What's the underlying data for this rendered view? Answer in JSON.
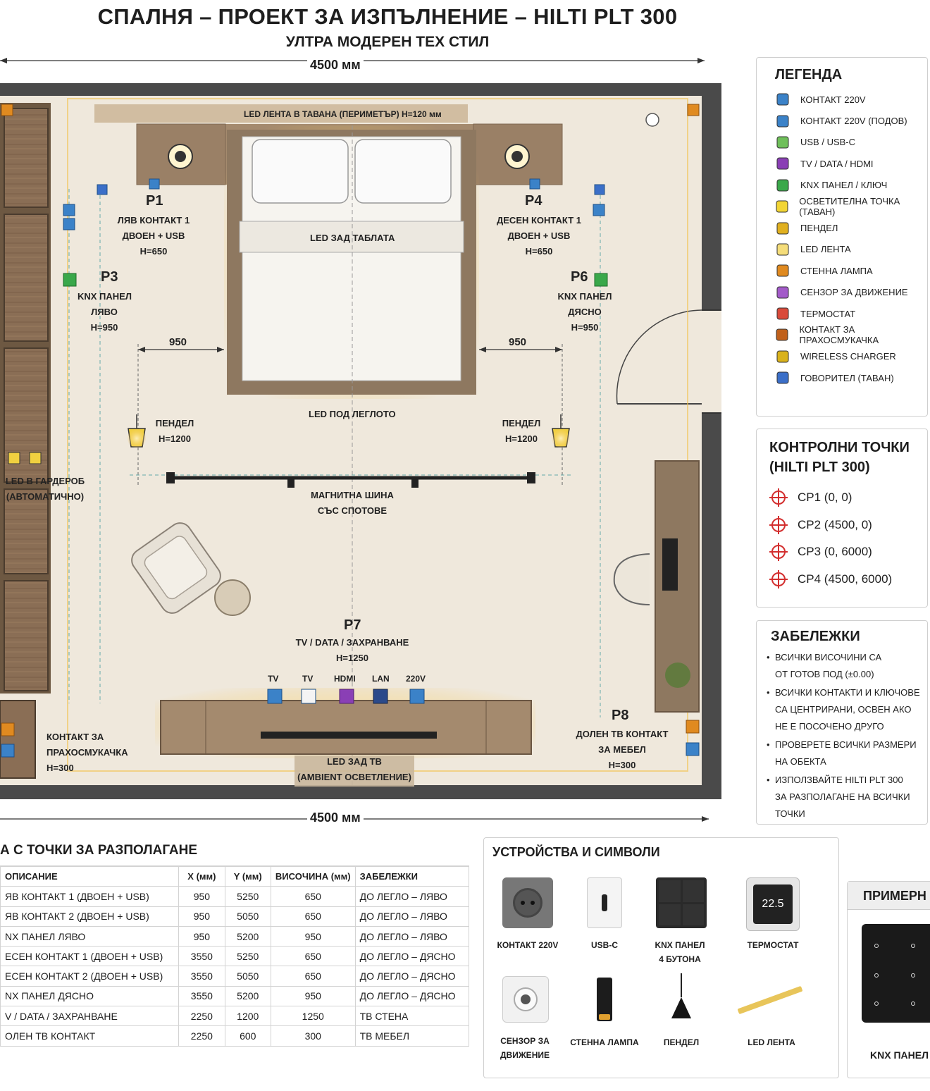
{
  "header": {
    "title": "СПАЛНЯ – ПРОЕКТ ЗА ИЗПЪЛНЕНИЕ – HILTI PLT 300",
    "subtitle": "УЛТРА МОДЕРЕН ТЕХ СТИЛ"
  },
  "dimensions": {
    "top": "4500 мм",
    "bottom": "4500 мм"
  },
  "plan": {
    "led_ceiling": "LED ЛЕНТА В ТАВАНА (ПЕРИМЕТЪР) H=120 мм",
    "led_headboard": "LED ЗАД ТАБЛАТА",
    "led_under_bed": "LED ПОД ЛЕГЛОТО",
    "p1": {
      "num": "P1",
      "l1": "ЛЯВ КОНТАКТ 1",
      "l2": "ДВОЕН + USB",
      "l3": "H=650"
    },
    "p4": {
      "num": "P4",
      "l1": "ДЕСЕН КОНТАКТ 1",
      "l2": "ДВОЕН + USB",
      "l3": "H=650"
    },
    "p3": {
      "num": "P3",
      "l1": "KNX ПАНЕЛ",
      "l2": "ЛЯВО",
      "l3": "H=950"
    },
    "p6": {
      "num": "P6",
      "l1": "KNX ПАНЕЛ",
      "l2": "ДЯСНО",
      "l3": "H=950"
    },
    "dim_left": "950",
    "dim_right": "950",
    "pendant_left": {
      "l1": "ПЕНДЕЛ",
      "l2": "H=1200"
    },
    "pendant_right": {
      "l1": "ПЕНДЕЛ",
      "l2": "H=1200"
    },
    "track": {
      "l1": "МАГНИТНА ШИНА",
      "l2": "СЪС СПОТОВЕ"
    },
    "wardrobe_led": {
      "l1": "LED В ГАРДЕРОБ",
      "l2": "(АВТОМАТИЧНО)"
    },
    "p7": {
      "num": "P7",
      "l1": "TV / DATA / ЗАХРАНВАНЕ",
      "l2": "H=1250"
    },
    "tv_sockets": [
      "TV",
      "TV",
      "HDMI",
      "LAN",
      "220V"
    ],
    "vacuum": {
      "l1": "КОНТАКТ ЗА",
      "l2": "ПРАХОСМУКАЧКА",
      "l3": "H=300"
    },
    "p8": {
      "num": "P8",
      "l1": "ДОЛЕН ТВ КОНТАКТ",
      "l2": "ЗА МЕБЕЛ",
      "l3": "H=300"
    },
    "led_tv": {
      "l1": "LED ЗАД ТВ",
      "l2": "(AMBIENT ОСВЕТЛЕНИЕ)"
    }
  },
  "legend": {
    "title": "ЛЕГЕНДА",
    "items": [
      {
        "label": "КОНТАКТ 220V",
        "color": "#3b82c8"
      },
      {
        "label": "КОНТАКТ 220V (ПОДОВ)",
        "color": "#3b82c8"
      },
      {
        "label": "USB / USB-C",
        "color": "#6fbf5a"
      },
      {
        "label": "TV / DATA / HDMI",
        "color": "#8a3fb5"
      },
      {
        "label": "KNX ПАНЕЛ / КЛЮЧ",
        "color": "#3aa84a"
      },
      {
        "label": "ОСВЕТИТЕЛНА ТОЧКА (ТАВАН)",
        "color": "#f2d535"
      },
      {
        "label": "ПЕНДЕЛ",
        "color": "#e0b020"
      },
      {
        "label": "LED ЛЕНТА",
        "color": "#f5dd7a"
      },
      {
        "label": "СТЕННА ЛАМПА",
        "color": "#e08a20"
      },
      {
        "label": "СЕНЗОР ЗА ДВИЖЕНИЕ",
        "color": "#a35bc9"
      },
      {
        "label": "ТЕРМОСТАТ",
        "color": "#d94a3a"
      },
      {
        "label": "КОНТАКТ ЗА ПРАХОСМУКАЧКА",
        "color": "#c0601a"
      },
      {
        "label": "WIRELESS CHARGER",
        "color": "#d9b21c"
      },
      {
        "label": "ГОВОРИТЕЛ (ТАВАН)",
        "color": "#3b6fc8"
      }
    ]
  },
  "control_points": {
    "title_l1": "КОНТРОЛНИ ТОЧКИ",
    "title_l2": "(HILTI PLT 300)",
    "items": [
      "CP1 (0, 0)",
      "CP2 (4500, 0)",
      "CP3 (0, 6000)",
      "CP4 (4500, 6000)"
    ],
    "color": "#d32f2f"
  },
  "notes": {
    "title": "ЗАБЕЛЕЖКИ",
    "items": [
      {
        "l1": "ВСИЧКИ ВИСОЧИНИ СА",
        "l2": "ОТ ГОТОВ ПОД (±0.00)"
      },
      {
        "l1": "ВСИЧКИ КОНТАКТИ И КЛЮЧОВЕ",
        "l2": "СА ЦЕНТРИРАНИ, ОСВЕН АКО",
        "l3": "НЕ Е ПОСОЧЕНО ДРУГО"
      },
      {
        "l1": "ПРОВЕРЕТЕ ВСИЧКИ РАЗМЕРИ",
        "l2": "НА ОБЕКТА"
      },
      {
        "l1": "ИЗПОЛЗВАЙТЕ HILTI PLT 300",
        "l2": "ЗА РАЗПОЛАГАНЕ НА ВСИЧКИ",
        "l3": "ТОЧКИ"
      }
    ]
  },
  "table": {
    "title": "А С ТОЧКИ ЗА РАЗПОЛАГАНЕ",
    "headers": [
      "ОПИСАНИЕ",
      "X (мм)",
      "Y (мм)",
      "ВИСОЧИНА (мм)",
      "ЗАБЕЛЕЖКИ"
    ],
    "rows": [
      [
        "ЯВ КОНТАКТ 1 (ДВОЕН + USB)",
        "950",
        "5250",
        "650",
        "ДО ЛЕГЛО – ЛЯВО"
      ],
      [
        "ЯВ КОНТАКТ 2 (ДВОЕН + USB)",
        "950",
        "5050",
        "650",
        "ДО ЛЕГЛО – ЛЯВО"
      ],
      [
        "NX ПАНЕЛ ЛЯВО",
        "950",
        "5200",
        "950",
        "ДО ЛЕГЛО – ЛЯВО"
      ],
      [
        "ЕСЕН КОНТАКТ 1 (ДВОЕН + USB)",
        "3550",
        "5250",
        "650",
        "ДО ЛЕГЛО – ДЯСНО"
      ],
      [
        "ЕСЕН КОНТАКТ 2 (ДВОЕН + USB)",
        "3550",
        "5050",
        "650",
        "ДО ЛЕГЛО – ДЯСНО"
      ],
      [
        "NX ПАНЕЛ ДЯСНО",
        "3550",
        "5200",
        "950",
        "ДО ЛЕГЛО – ДЯСНО"
      ],
      [
        "V / DATA / ЗАХРАНВАНЕ",
        "2250",
        "1200",
        "1250",
        "ТВ СТЕНА"
      ],
      [
        "ОЛЕН ТВ КОНТАКТ",
        "2250",
        "600",
        "300",
        "ТВ МЕБЕЛ"
      ]
    ]
  },
  "devices": {
    "title": "УСТРОЙСТВА И СИМВОЛИ",
    "socket": "КОНТАКТ 220V",
    "usbc": "USB-C",
    "knx_l1": "KNX ПАНЕЛ",
    "knx_l2": "4 БУТОНА",
    "thermostat": "ТЕРМОСТАТ",
    "thermostat_value": "22.5",
    "sensor_l1": "СЕНЗОР ЗА",
    "sensor_l2": "ДВИЖЕНИЕ",
    "wall_lamp": "СТЕННА ЛАМПА",
    "pendant": "ПЕНДЕЛ",
    "led_strip": "LED ЛЕНТА"
  },
  "example": {
    "title": "ПРИМЕРН",
    "caption": "KNX ПАНЕЛ"
  }
}
